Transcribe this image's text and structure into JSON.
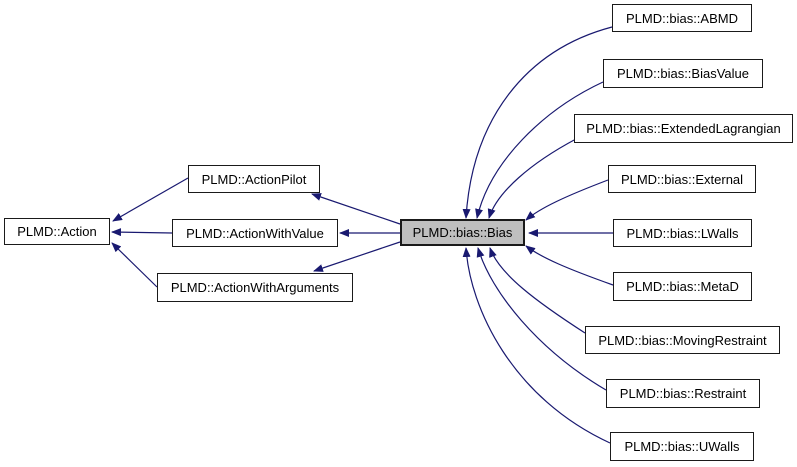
{
  "diagram": {
    "type": "class-inheritance-graph",
    "colors": {
      "edge": "#191970",
      "node_fill": "#ffffff",
      "node_border": "#1a1a1a",
      "focus_node_fill": "#bfbfbf",
      "text": "#000000",
      "background": "#ffffff"
    },
    "nodes": [
      {
        "label": "PLMD::Action",
        "focus": false
      },
      {
        "label": "PLMD::ActionPilot",
        "focus": false
      },
      {
        "label": "PLMD::ActionWithValue",
        "focus": false
      },
      {
        "label": "PLMD::ActionWithArguments",
        "focus": false
      },
      {
        "label": "PLMD::bias::Bias",
        "focus": true
      },
      {
        "label": "PLMD::bias::ABMD",
        "focus": false
      },
      {
        "label": "PLMD::bias::BiasValue",
        "focus": false
      },
      {
        "label": "PLMD::bias::ExtendedLagrangian",
        "focus": false
      },
      {
        "label": "PLMD::bias::External",
        "focus": false
      },
      {
        "label": "PLMD::bias::LWalls",
        "focus": false
      },
      {
        "label": "PLMD::bias::MetaD",
        "focus": false
      },
      {
        "label": "PLMD::bias::MovingRestraint",
        "focus": false
      },
      {
        "label": "PLMD::bias::Restraint",
        "focus": false
      },
      {
        "label": "PLMD::bias::UWalls",
        "focus": false
      }
    ],
    "edges": [
      {
        "from": "PLMD::ActionPilot",
        "to": "PLMD::Action"
      },
      {
        "from": "PLMD::ActionWithValue",
        "to": "PLMD::Action"
      },
      {
        "from": "PLMD::ActionWithArguments",
        "to": "PLMD::Action"
      },
      {
        "from": "PLMD::bias::Bias",
        "to": "PLMD::ActionPilot"
      },
      {
        "from": "PLMD::bias::Bias",
        "to": "PLMD::ActionWithValue"
      },
      {
        "from": "PLMD::bias::Bias",
        "to": "PLMD::ActionWithArguments"
      },
      {
        "from": "PLMD::bias::ABMD",
        "to": "PLMD::bias::Bias"
      },
      {
        "from": "PLMD::bias::BiasValue",
        "to": "PLMD::bias::Bias"
      },
      {
        "from": "PLMD::bias::ExtendedLagrangian",
        "to": "PLMD::bias::Bias"
      },
      {
        "from": "PLMD::bias::External",
        "to": "PLMD::bias::Bias"
      },
      {
        "from": "PLMD::bias::LWalls",
        "to": "PLMD::bias::Bias"
      },
      {
        "from": "PLMD::bias::MetaD",
        "to": "PLMD::bias::Bias"
      },
      {
        "from": "PLMD::bias::MovingRestraint",
        "to": "PLMD::bias::Bias"
      },
      {
        "from": "PLMD::bias::Restraint",
        "to": "PLMD::bias::Bias"
      },
      {
        "from": "PLMD::bias::UWalls",
        "to": "PLMD::bias::Bias"
      }
    ]
  }
}
